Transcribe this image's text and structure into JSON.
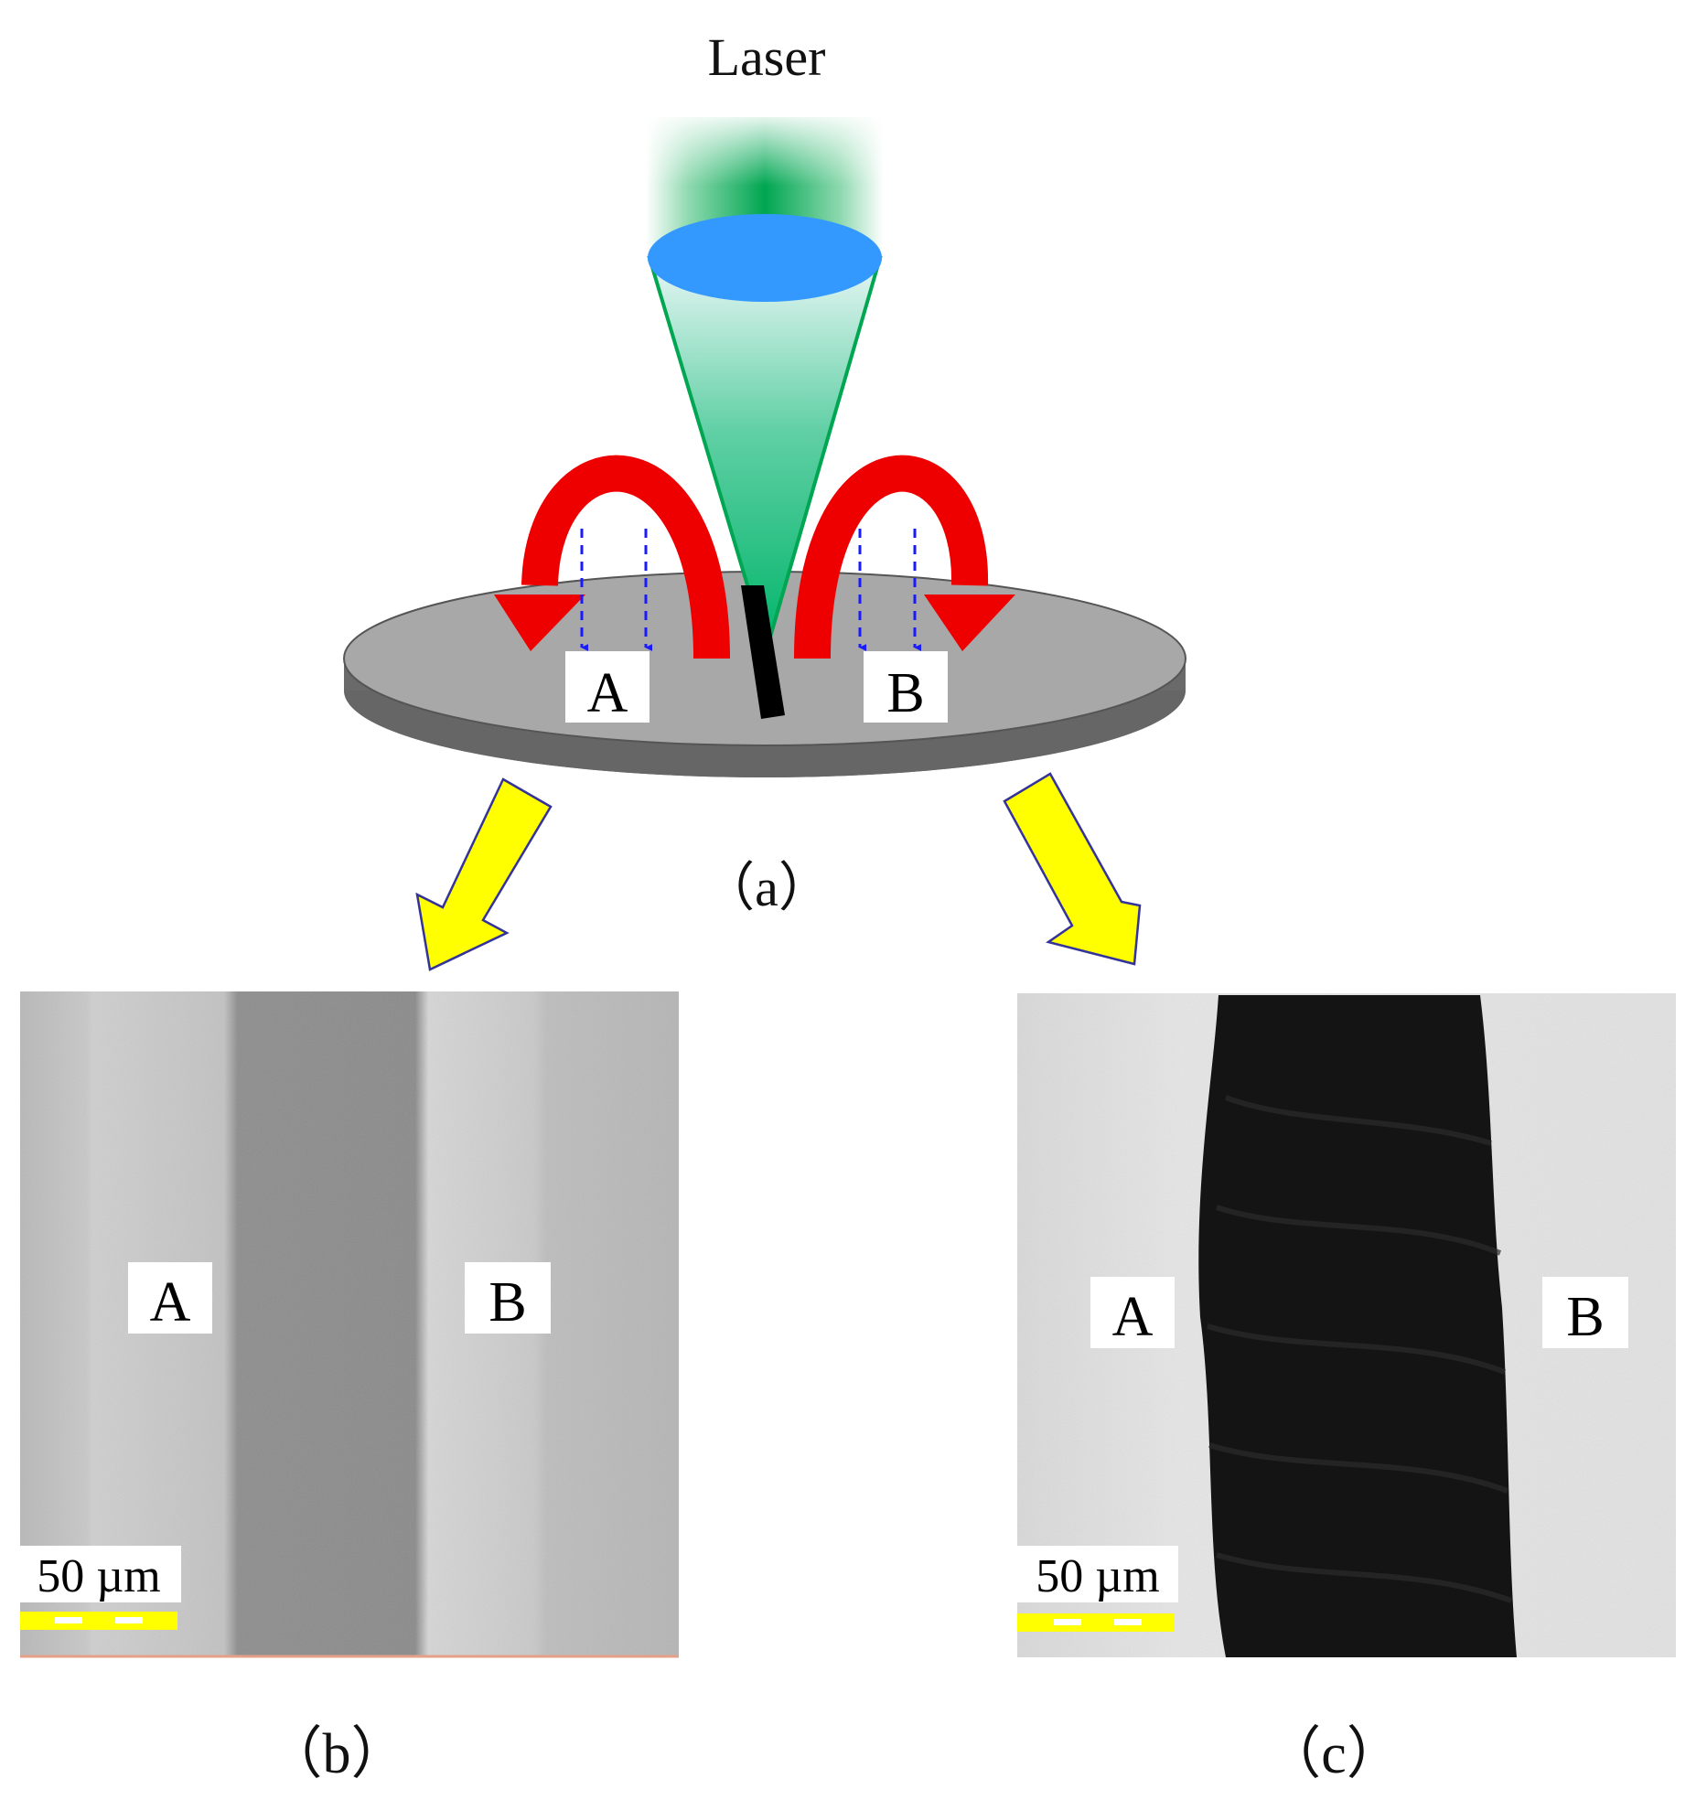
{
  "diagram": {
    "laser_label": "Laser",
    "panel_a_caption": "（a）",
    "panel_b_caption": "（b）",
    "panel_c_caption": "（c）",
    "region_a": "A",
    "region_b": "B",
    "scale_bar_label": "50 µm"
  },
  "colors": {
    "laser_green": "#00a651",
    "lens_blue": "#3399ff",
    "disk_top": "#a8a8a8",
    "disk_side": "#6a6a6a",
    "flow_arrow_red": "#ee0000",
    "drop_arrow_blue": "#1a1aff",
    "callout_arrow_yellow": "#ffff00",
    "scale_bar_yellow": "#ffff00"
  },
  "icons": [
    "curved-red-arrow-icon",
    "dashed-blue-arrow-icon",
    "yellow-callout-arrow-icon"
  ]
}
